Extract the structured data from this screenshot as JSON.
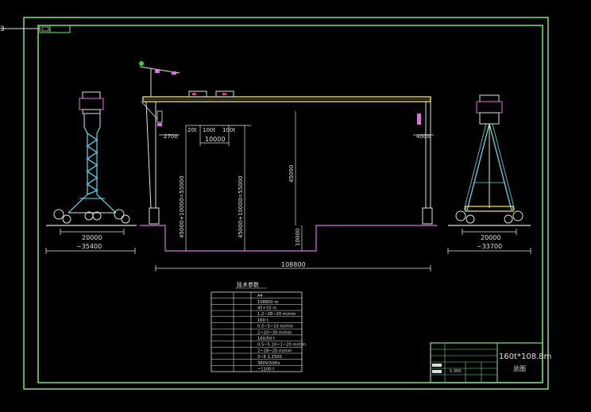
{
  "drawing": {
    "corner_label": "3",
    "title_block_main": "160t*108.8m",
    "title_block_sub": "总图"
  },
  "dimensions": {
    "left_side_width": "20000",
    "left_side_total": "~35400",
    "right_side_width": "20000",
    "right_side_total": "~33700",
    "main_span": "108800",
    "trolley_spacing": "10000",
    "left_leg_offset": "2700",
    "right_leg_offset": "4000",
    "hook_a": "20t",
    "hook_b": "100t",
    "hook_c": "100t",
    "height_1": "45000+10000=55000",
    "height_2": "45000+10000=55000",
    "height_3": "45000",
    "pit_depth": "10000"
  },
  "params_table": {
    "title": "技术参数",
    "rows": [
      {
        "group": "",
        "sub": "",
        "value": "A4"
      },
      {
        "group": "",
        "sub": "",
        "value": "108800  m"
      },
      {
        "group": "",
        "sub": "",
        "value": "45+10  m"
      },
      {
        "group": "",
        "sub": "",
        "value": "1.2~28~20  m/min"
      },
      {
        "group": "",
        "sub": "",
        "value": "160  t"
      },
      {
        "group": "",
        "sub": "",
        "value": "0.5~5~10  m/min"
      },
      {
        "group": "",
        "sub": "",
        "value": "2~20~30  m/min"
      },
      {
        "group": "",
        "sub": "",
        "value": "160/50  t"
      },
      {
        "group": "",
        "sub": "",
        "value": "0.5~5.10~1~20  m/min"
      },
      {
        "group": "",
        "sub": "",
        "value": "2~28~20  m/min"
      },
      {
        "group": "",
        "sub": "",
        "value": "3~6  1.2500"
      },
      {
        "group": "",
        "sub": "",
        "value": "380V/50Hz"
      },
      {
        "group": "",
        "sub": "",
        "value": "~1100  t"
      }
    ]
  },
  "title_block": {
    "scale": "1:300"
  }
}
